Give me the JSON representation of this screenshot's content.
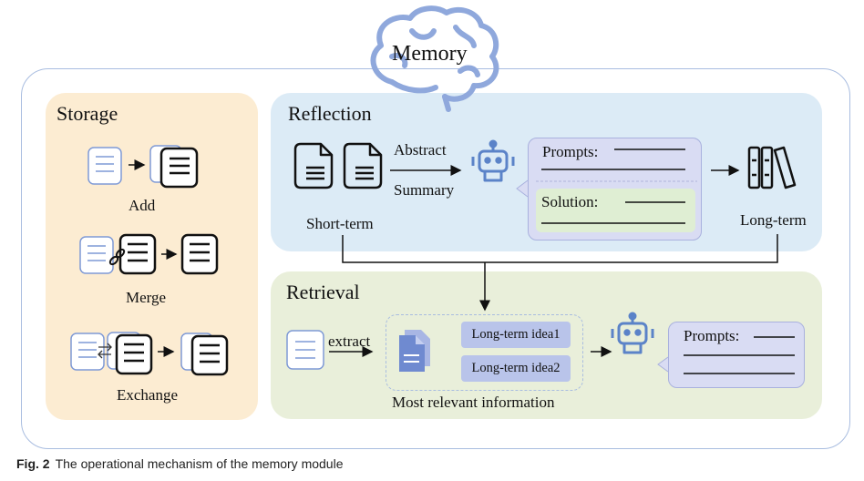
{
  "title": "Memory",
  "storage": {
    "title": "Storage",
    "items": [
      {
        "label": "Add",
        "icon": "document-add-icon"
      },
      {
        "label": "Merge",
        "icon": "document-merge-icon"
      },
      {
        "label": "Exchange",
        "icon": "document-exchange-icon"
      }
    ]
  },
  "reflection": {
    "title": "Reflection",
    "short_term": "Short-term",
    "abstract": "Abstract",
    "summary": "Summary",
    "prompts": "Prompts:",
    "solution": "Solution:",
    "long_term": "Long-term"
  },
  "retrieval": {
    "title": "Retrieval",
    "extract": "extract",
    "idea1": "Long-term idea1",
    "idea2": "Long-term idea2",
    "most_relevant": "Most relevant information",
    "prompts": "Prompts:"
  },
  "caption": {
    "label": "Fig. 2",
    "text": "The operational mechanism of the memory module"
  },
  "colors": {
    "outline": "#a9bde0",
    "storage_bg": "#fcecd2",
    "reflection_bg": "#dcebf6",
    "retrieval_bg": "#e9efda",
    "brain_stroke": "#8fa8dc",
    "robot": "#5b83c8"
  }
}
